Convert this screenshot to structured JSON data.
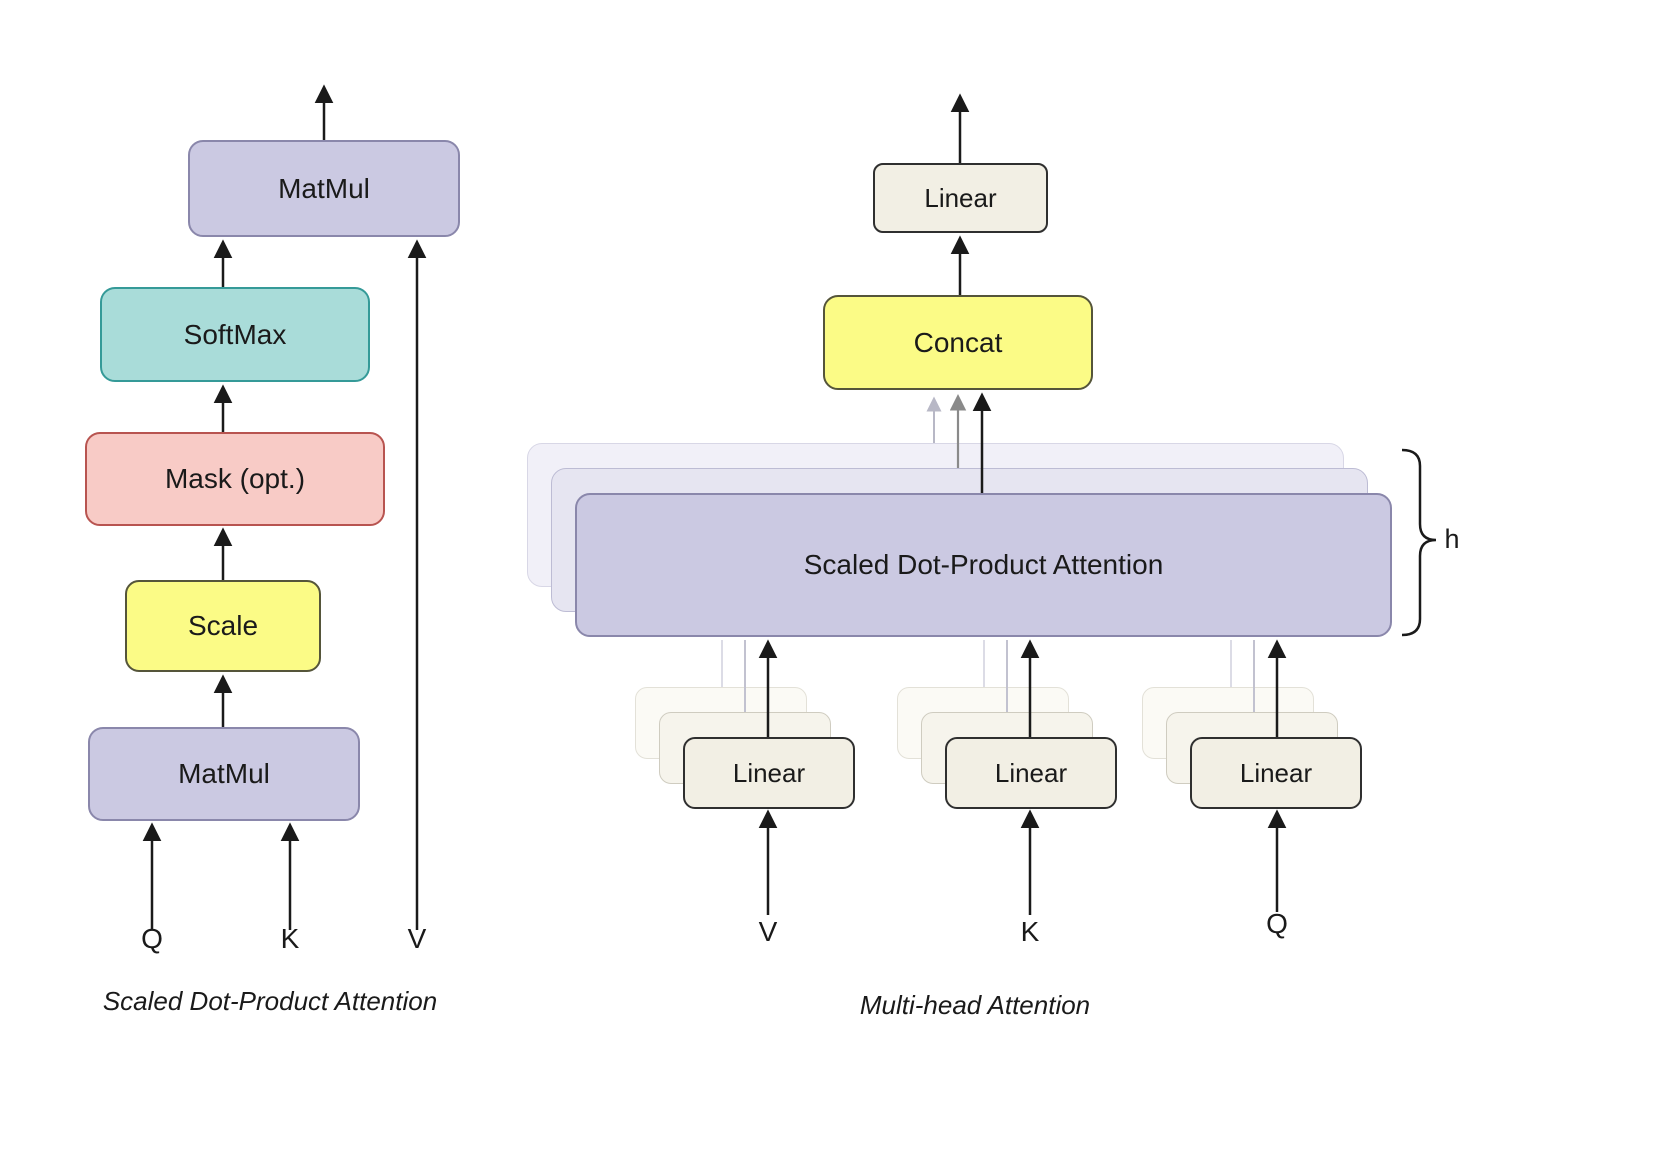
{
  "left_diagram": {
    "caption": "Scaled Dot-Product Attention",
    "boxes": {
      "matmul_top": "MatMul",
      "softmax": "SoftMax",
      "mask": "Mask (opt.)",
      "scale": "Scale",
      "matmul_bottom": "MatMul"
    },
    "inputs": {
      "q": "Q",
      "k": "K",
      "v": "V"
    }
  },
  "right_diagram": {
    "caption": "Multi-head Attention",
    "boxes": {
      "linear_top": "Linear",
      "concat": "Concat",
      "sdpa": "Scaled Dot-Product Attention",
      "linear_v": "Linear",
      "linear_k": "Linear",
      "linear_q": "Linear"
    },
    "inputs": {
      "v": "V",
      "k": "K",
      "q": "Q"
    },
    "head_count_label": "h"
  },
  "colors": {
    "lavender_fill": "#cbc9e2",
    "lavender_border": "#8a87ab",
    "teal_fill": "#a9dcd9",
    "teal_border": "#359a98",
    "pink_fill": "#f8cbc6",
    "pink_border": "#b85450",
    "yellow_fill": "#fbfb86",
    "beige_fill": "#f2efe4",
    "arrow_dark": "#1a1a1a",
    "arrow_mid": "#8a8a8a",
    "arrow_light": "#b8b8c6"
  }
}
